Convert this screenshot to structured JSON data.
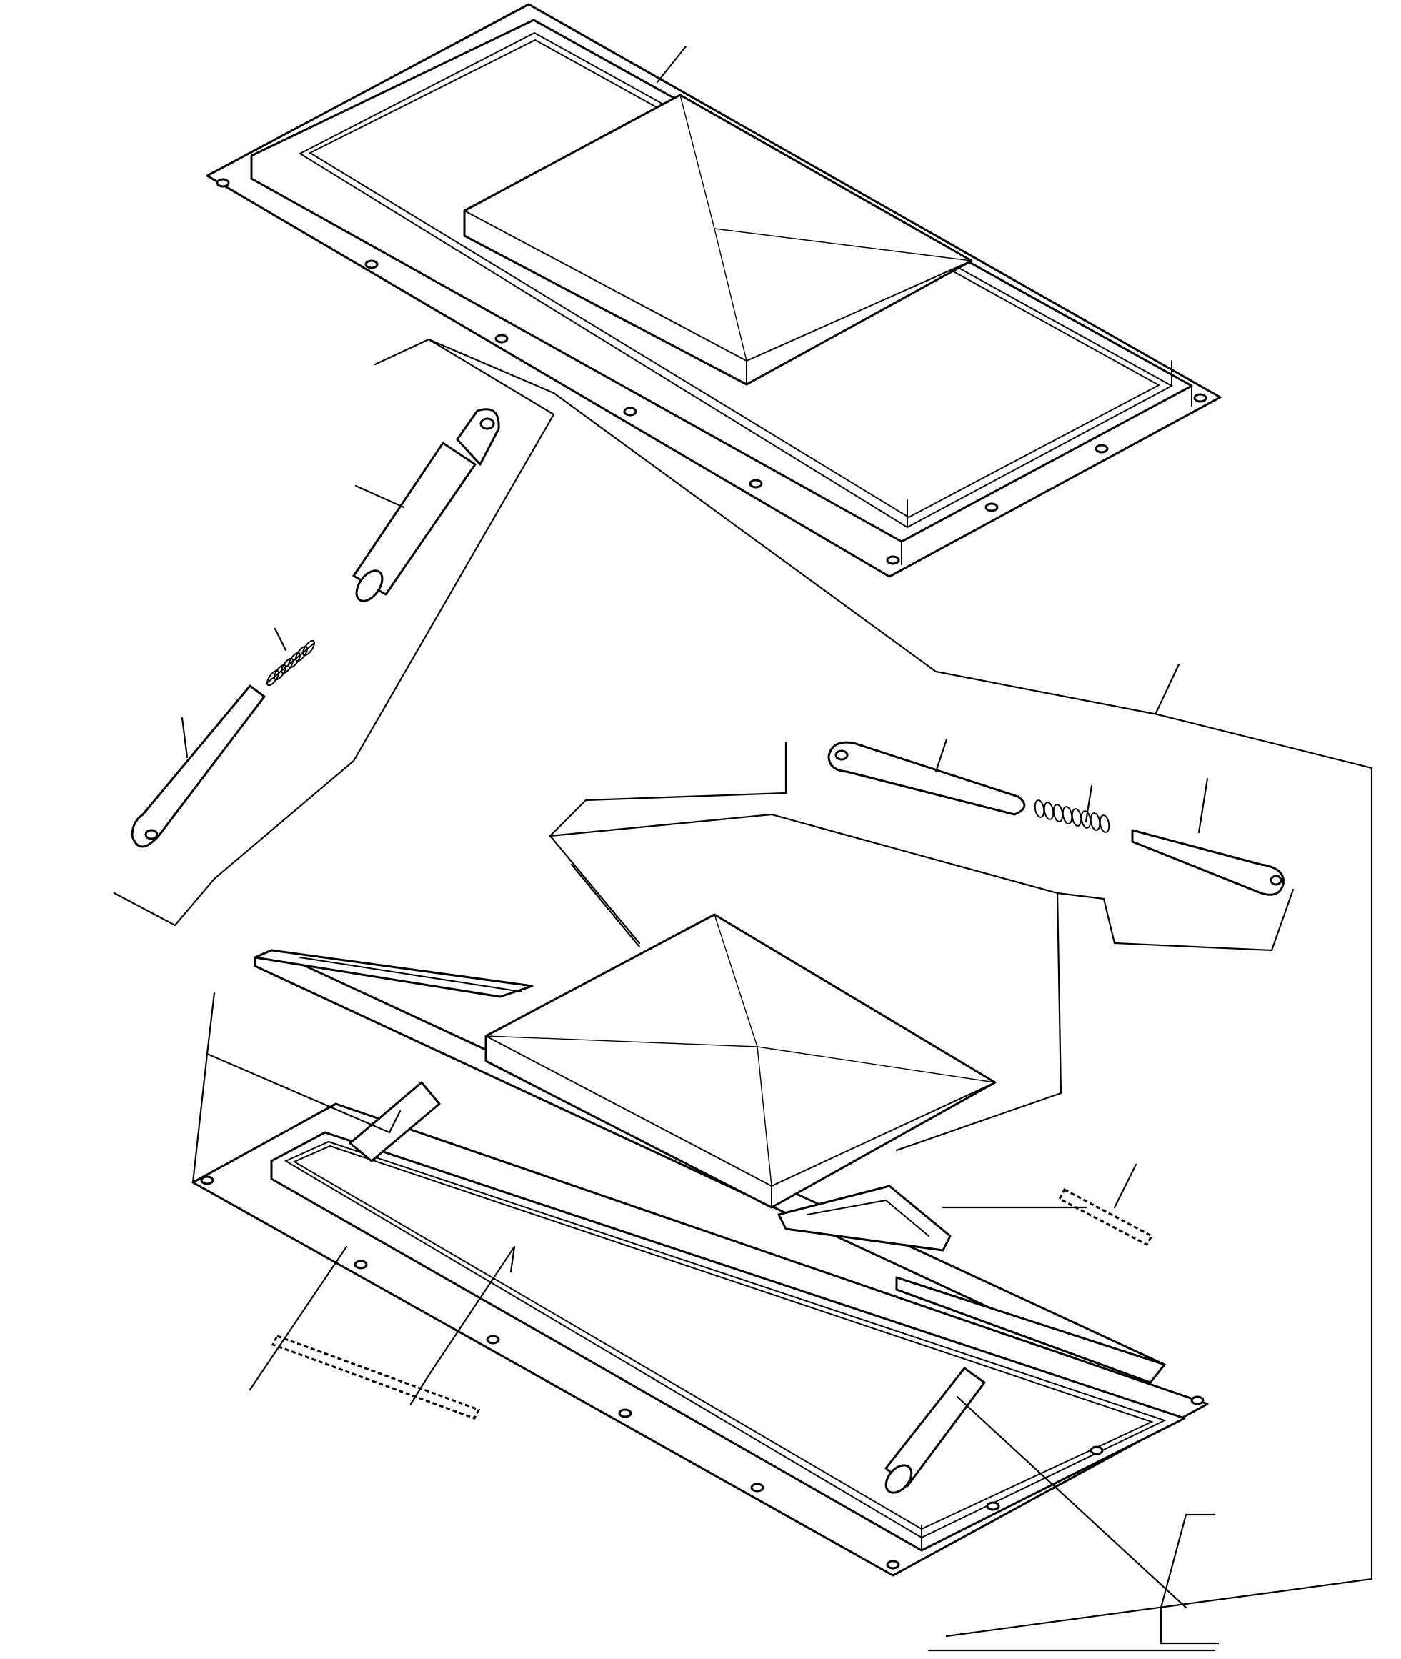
{
  "diagram": {
    "kind": "exploded-parts-drawing",
    "subject": "hatch-cover-assembly",
    "line_color": "#000000",
    "background": "#ffffff",
    "part_groups": [
      {
        "name": "upper-hatch-cover-plate"
      },
      {
        "name": "gas-strut-upper"
      },
      {
        "name": "gas-strut-right"
      },
      {
        "name": "hatch-lid-with-raised-panel"
      },
      {
        "name": "hatch-frame-base-plate"
      },
      {
        "name": "seal-strip-short"
      },
      {
        "name": "seal-strip-long"
      }
    ]
  }
}
